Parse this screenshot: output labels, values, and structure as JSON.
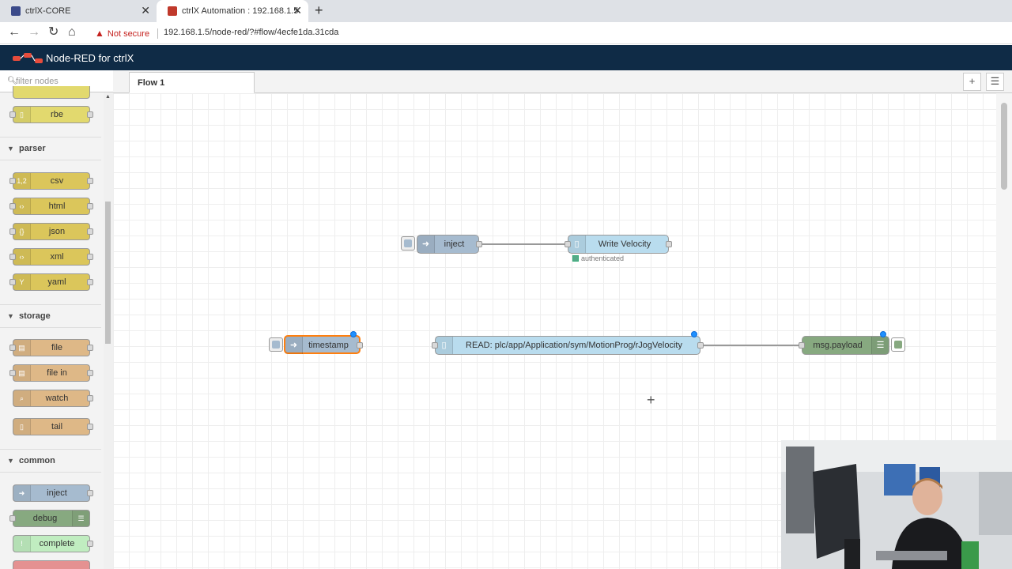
{
  "browser": {
    "tabs": [
      {
        "title": "ctrlX-CORE",
        "favicon_color": "#3b4a8a"
      },
      {
        "title": "ctrlX Automation : 192.168.1.5",
        "favicon_color": "#c0392b"
      }
    ],
    "new_tab_icon": "plus-icon",
    "security_label": "Not secure",
    "url": "192.168.1.5/node-red/?#flow/4ecfe1da.31cda"
  },
  "app": {
    "title": "Node-RED for ctrlX"
  },
  "palette": {
    "filter_placeholder": "filter nodes",
    "top_node": {
      "label": "rbe",
      "color": "#e2d96e"
    },
    "categories": [
      {
        "label": "parser",
        "nodes": [
          {
            "label": "csv",
            "color": "#dbc65b"
          },
          {
            "label": "html",
            "color": "#dbc65b"
          },
          {
            "label": "json",
            "color": "#dbc65b"
          },
          {
            "label": "xml",
            "color": "#dbc65b"
          },
          {
            "label": "yaml",
            "color": "#dbc65b"
          }
        ]
      },
      {
        "label": "storage",
        "nodes": [
          {
            "label": "file",
            "color": "#deb887"
          },
          {
            "label": "file in",
            "color": "#deb887"
          },
          {
            "label": "watch",
            "color": "#deb887"
          },
          {
            "label": "tail",
            "color": "#deb887"
          }
        ]
      },
      {
        "label": "common",
        "nodes": [
          {
            "label": "inject",
            "color": "#a6bbcf"
          },
          {
            "label": "debug",
            "color": "#87a980"
          },
          {
            "label": "complete",
            "color": "#c0edc0"
          }
        ]
      }
    ]
  },
  "workspace": {
    "tab_label": "Flow 1",
    "add_button_icon": "plus-icon",
    "menu_button_icon": "list-icon",
    "nodes": {
      "inject": {
        "label": "inject",
        "color": "#a6bbcf"
      },
      "write_velocity": {
        "label": "Write Velocity",
        "color": "#b9dcee",
        "status": "authenticated"
      },
      "timestamp": {
        "label": "timestamp",
        "color": "#a6bbcf"
      },
      "read": {
        "label": "READ: plc/app/Application/sym/MotionProg/rJogVelocity",
        "color": "#b9dcee"
      },
      "debug": {
        "label": "msg.payload",
        "color": "#87a980"
      }
    }
  }
}
